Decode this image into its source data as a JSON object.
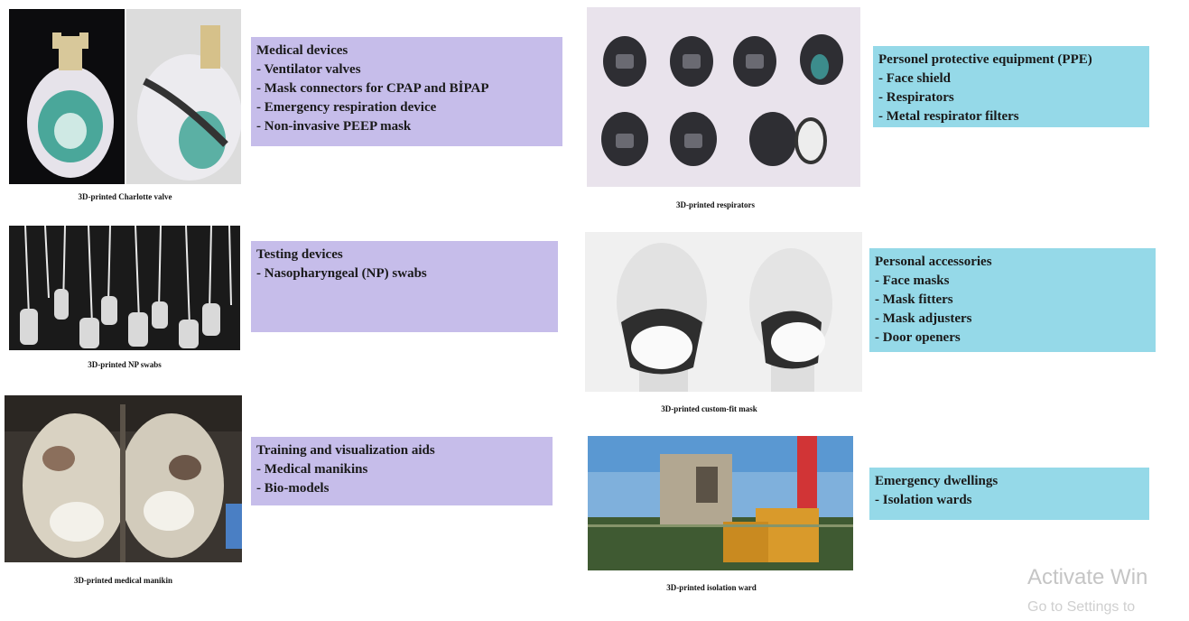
{
  "left_column": [
    {
      "photo_icon": "charlotte-valve-mask-photo",
      "caption": "3D-printed Charlotte valve",
      "category": {
        "title": "Medical devices",
        "items": [
          "- Ventilator valves",
          "- Mask connectors for CPAP and BİPAP",
          "- Emergency respiration device",
          "- Non-invasive PEEP mask"
        ]
      }
    },
    {
      "photo_icon": "np-swabs-photo",
      "caption": "3D-printed NP swabs",
      "category": {
        "title": "Testing devices",
        "items": [
          "- Nasopharyngeal (NP) swabs"
        ]
      }
    },
    {
      "photo_icon": "medical-manikin-photo",
      "caption": "3D-printed medical manikin",
      "category": {
        "title": "Training and visualization aids",
        "items": [
          "- Medical manikins",
          "- Bio-models"
        ]
      }
    }
  ],
  "right_column": [
    {
      "photo_icon": "respirators-photo",
      "caption": "3D-printed respirators",
      "category": {
        "title": "Personel protective equipment (PPE)",
        "items": [
          "- Face shield",
          "- Respirators",
          "- Metal respirator filters"
        ]
      }
    },
    {
      "photo_icon": "custom-fit-mask-photo",
      "caption": "3D-printed custom-fit mask",
      "category": {
        "title": "Personal accessories",
        "items": [
          "- Face masks",
          "- Mask fitters",
          "- Mask adjusters",
          "- Door openers"
        ]
      }
    },
    {
      "photo_icon": "isolation-ward-photo",
      "caption": "3D-printed isolation ward",
      "category": {
        "title": "Emergency dwellings",
        "items": [
          "- Isolation wards"
        ]
      }
    }
  ],
  "colors": {
    "left_box": "#c6bdea",
    "right_box": "#95d9e8"
  },
  "watermark": {
    "line1": "Activate Win",
    "line2": "Go to Settings to"
  }
}
